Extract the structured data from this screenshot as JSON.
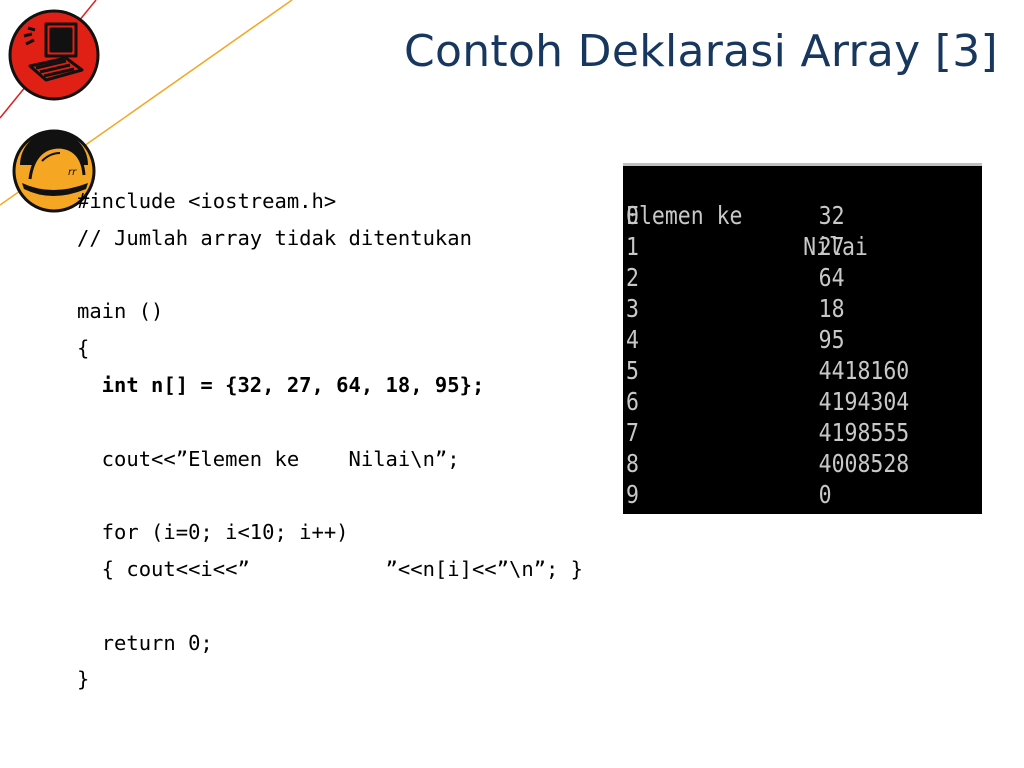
{
  "slide": {
    "title": "Contoh Deklarasi Array [3]"
  },
  "code": {
    "lines": [
      {
        "text": "#include <iostream.h>",
        "bold": false
      },
      {
        "text": "// Jumlah array tidak ditentukan",
        "bold": false
      },
      {
        "text": "",
        "bold": false
      },
      {
        "text": "main ()",
        "bold": false
      },
      {
        "text": "{",
        "bold": false
      },
      {
        "text": "  int n[] = {32, 27, 64, 18, 95};",
        "bold": true
      },
      {
        "text": "",
        "bold": false
      },
      {
        "text": "  cout<<”Elemen ke    Nilai\\n”;",
        "bold": false
      },
      {
        "text": "",
        "bold": false
      },
      {
        "text": "  for (i=0; i<10; i++)",
        "bold": false
      },
      {
        "text": "  { cout<<i<<”           ”<<n[i]<<”\\n”; }",
        "bold": false
      },
      {
        "text": "",
        "bold": false
      },
      {
        "text": "  return 0;",
        "bold": false
      },
      {
        "text": "}",
        "bold": false
      }
    ]
  },
  "console": {
    "header": {
      "left": "Elemen ke",
      "right": "Nilai"
    },
    "rows": [
      {
        "index": "0",
        "value": "32"
      },
      {
        "index": "1",
        "value": "27"
      },
      {
        "index": "2",
        "value": "64"
      },
      {
        "index": "3",
        "value": "18"
      },
      {
        "index": "4",
        "value": "95"
      },
      {
        "index": "5",
        "value": "4418160"
      },
      {
        "index": "6",
        "value": "4194304"
      },
      {
        "index": "7",
        "value": "4198555"
      },
      {
        "index": "8",
        "value": "4008528"
      },
      {
        "index": "9",
        "value": "0"
      }
    ]
  },
  "decor": {
    "line_colors": {
      "red": "#e02020",
      "orange": "#f5a623"
    },
    "icons": [
      "computer-icon",
      "hardhat-icon"
    ]
  }
}
